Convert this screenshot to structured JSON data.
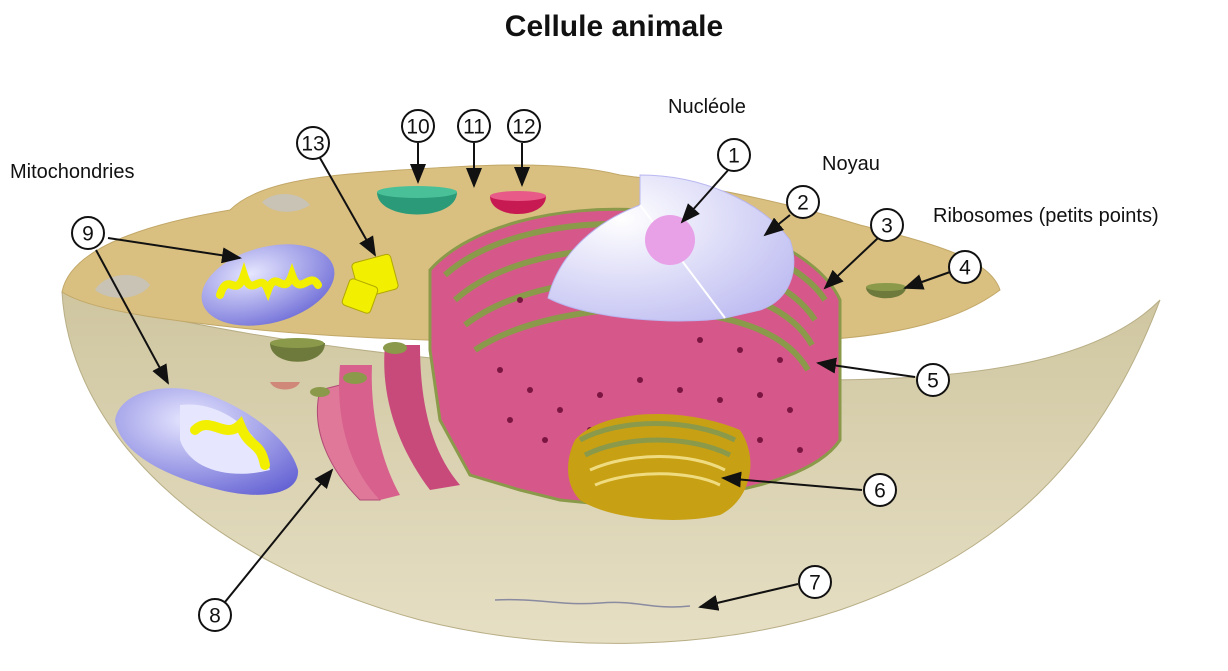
{
  "title": "Cellule animale",
  "labels": {
    "mitochondries": "Mitochondries",
    "nucleole": "Nucléole",
    "noyau": "Noyau",
    "ribosomes": "Ribosomes (petits points)"
  },
  "callouts": [
    "1",
    "2",
    "3",
    "4",
    "5",
    "6",
    "7",
    "8",
    "9",
    "10",
    "11",
    "12",
    "13"
  ],
  "colors": {
    "cytoplasm": "#d9bf80",
    "membrane_body": "#d8cfa8",
    "er": "#d6588a",
    "er_edge": "#8a9a4a",
    "nucleus": "#dcdcf7",
    "nucleolus": "#e8a0e6",
    "mitochondria": "#a8a6e6",
    "cristae": "#f2f000",
    "golgi": "#c8a014",
    "centrosome": "#f2f000",
    "vesicle_teal": "#2a9a78",
    "vesicle_crimson": "#c81a52",
    "vesicle_olive": "#6e7a3c"
  }
}
